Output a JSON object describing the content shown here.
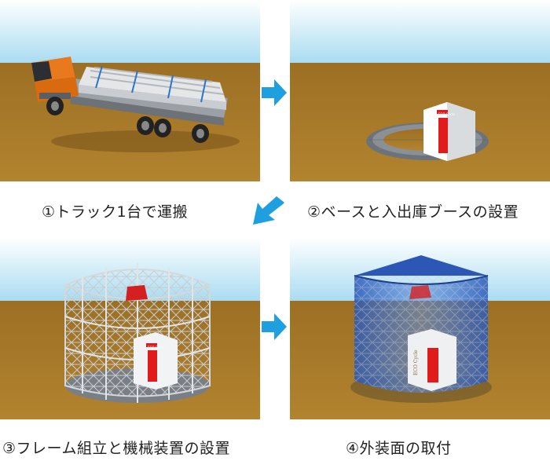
{
  "steps": [
    {
      "caption": "①トラック1台で運搬"
    },
    {
      "caption": "②ベースと入出庫ブースの設置"
    },
    {
      "caption": "③フレーム組立と機械装置の設置"
    },
    {
      "caption": "④外装面の取付"
    }
  ],
  "booth_signs": [
    "ECO Cycle",
    "ECO Cycle",
    "ECO Cycle"
  ],
  "colors": {
    "sky_top": "#ffffff",
    "sky_bottom": "#a9dcf1",
    "ground": "#a97a2b",
    "ground_dark": "#8f6420",
    "arrow": "#1ea0e0",
    "cover": "#2f5fc4",
    "door": "#e11b1b",
    "frame": "#d4d8dc"
  },
  "icons": [
    "arrow-right-icon",
    "arrow-down-left-icon",
    "arrow-right-icon"
  ]
}
